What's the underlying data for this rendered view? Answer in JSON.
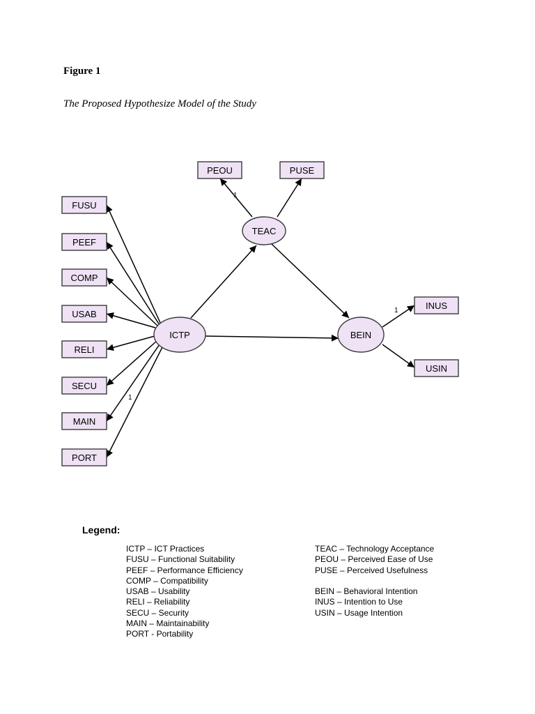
{
  "figure": {
    "label": "Figure 1",
    "caption": "The Proposed Hypothesize Model of the Study"
  },
  "diagram": {
    "nodes": {
      "ictp": "ICTP",
      "teac": "TEAC",
      "bein": "BEIN",
      "peou": "PEOU",
      "puse": "PUSE",
      "fusu": "FUSU",
      "peef": "PEEF",
      "comp": "COMP",
      "usab": "USAB",
      "reli": "RELI",
      "secu": "SECU",
      "main": "MAIN",
      "port": "PORT",
      "inus": "INUS",
      "usin": "USIN"
    },
    "weights": {
      "teac_peou": "1",
      "ictp_main": "1",
      "bein_inus": "1"
    },
    "colors": {
      "node_fill": "#efe2f5",
      "node_stroke": "#3a3a3a",
      "edge": "#000000"
    }
  },
  "legend": {
    "title": "Legend:",
    "left": [
      "ICTP – ICT Practices",
      "FUSU – Functional Suitability",
      "PEEF – Performance Efficiency",
      "COMP – Compatibility",
      "USAB – Usability",
      "RELI – Reliability",
      "SECU – Security",
      "MAIN – Maintainability",
      "PORT - Portability"
    ],
    "right_top": [
      "TEAC – Technology Acceptance",
      "PEOU – Perceived Ease of Use",
      "PUSE – Perceived Usefulness"
    ],
    "right_bottom": [
      "BEIN – Behavioral Intention",
      "INUS – Intention to Use",
      "USIN – Usage Intention"
    ]
  }
}
